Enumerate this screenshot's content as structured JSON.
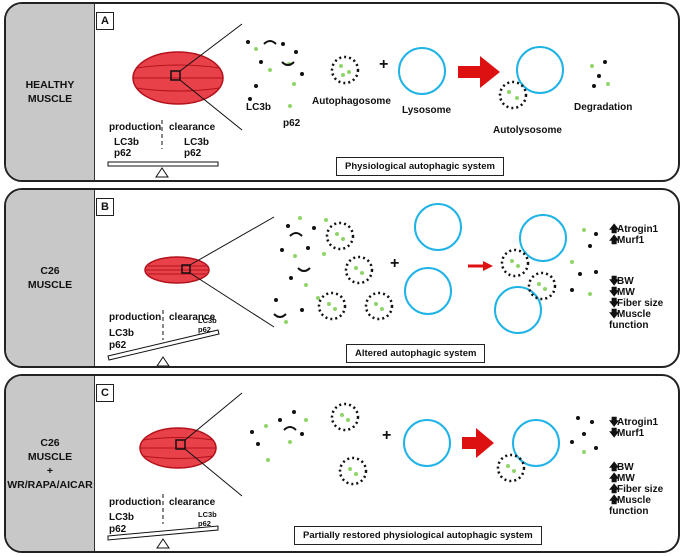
{
  "panels": [
    {
      "letter": "A",
      "condition": "HEALTHY\nMUSCLE",
      "label_production": "production",
      "label_clearance": "clearance",
      "left_markers": "LC3b\np62",
      "right_markers": "LC3b\np62",
      "caption": "Physiological autophagic system",
      "legend_lc3b": "LC3b",
      "legend_p62": "p62",
      "autophagosome": "Autophagosome",
      "lysosome": "Lysosome",
      "autolysosome": "Autolysosome",
      "degradation": "Degradation",
      "plus": "+"
    },
    {
      "letter": "B",
      "condition": "C26\nMUSCLE",
      "label_production": "production",
      "label_clearance": "clearance",
      "left_markers": "LC3b\np62",
      "right_markers": "LC3b\np62",
      "caption": "Altered autophagic system",
      "plus": "+",
      "effects_up": [
        "Atrogin1",
        "Murf1"
      ],
      "effects_down": [
        "BW",
        "MW",
        "Fiber size",
        "Muscle\nfunction"
      ]
    },
    {
      "letter": "C",
      "condition": "C26\nMUSCLE\n+\nWR/RAPA/AICAR",
      "label_production": "production",
      "label_clearance": "clearance",
      "left_markers": "LC3b\np62",
      "right_markers": "LC3b\np62",
      "caption": "Partially restored physiological autophagic system",
      "plus": "+",
      "effects_down": [
        "Atrogin1",
        "Murf1"
      ],
      "effects_up": [
        "BW",
        "MW",
        "Fiber size",
        "Muscle\nfunction"
      ]
    }
  ],
  "colors": {
    "muscle_fill": "#e8414a",
    "muscle_stroke": "#b3121c",
    "lysosome": "#1fb3e6",
    "arrow": "#dd1111",
    "lc3b_dot": "#111111",
    "p62_dot": "#8fd46a",
    "side_bg": "#c8c8c8"
  }
}
